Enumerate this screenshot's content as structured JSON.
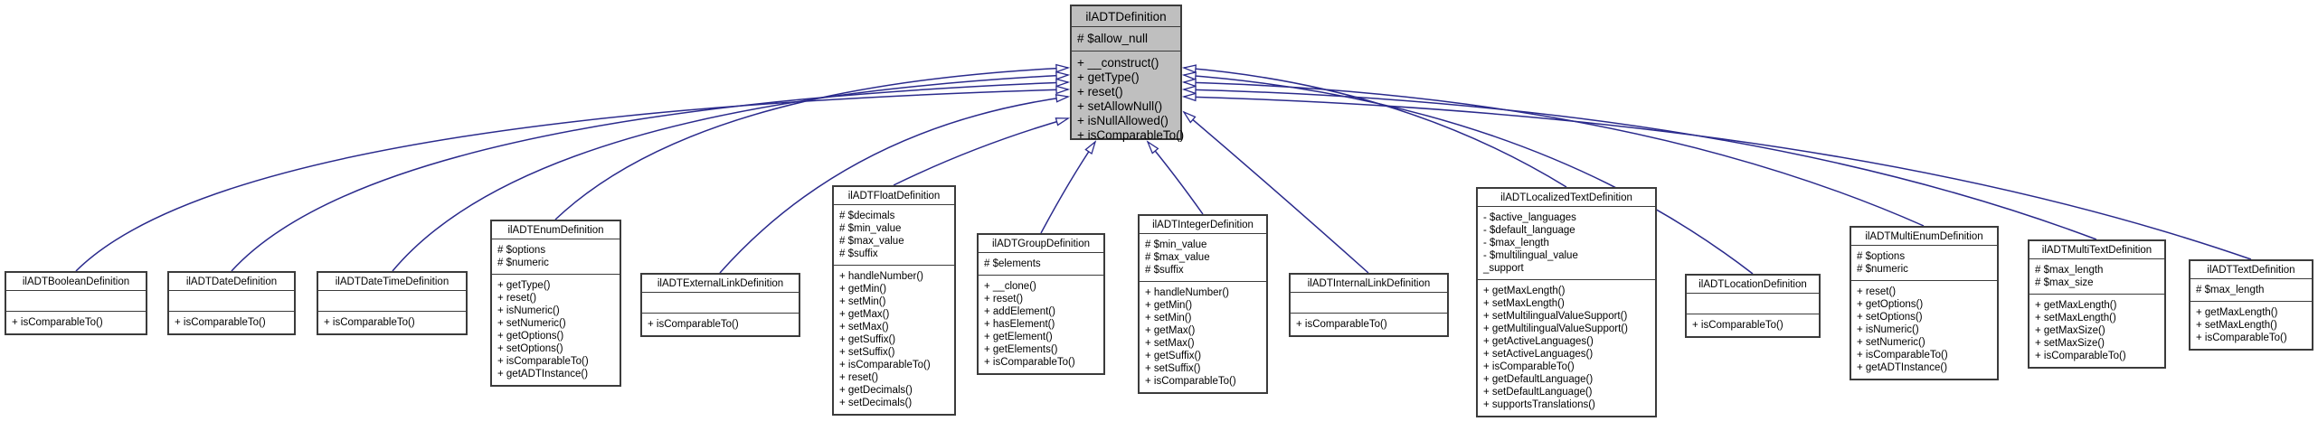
{
  "diagram": {
    "type": "uml-class-inheritance",
    "arrow_color": "#2a2a8c",
    "root_fill": "#bfbfbf",
    "node_fill": "#ffffff",
    "border_color": "#3b3b3b"
  },
  "classes": [
    {
      "name": "ilADTDefinition",
      "attributes": [
        "# $allow_null"
      ],
      "methods": [
        "+ __construct()",
        "+ getType()",
        "+ reset()",
        "+ setAllowNull()",
        "+ isNullAllowed()",
        "+ isComparableTo()"
      ]
    },
    {
      "name": "ilADTBooleanDefinition",
      "attributes": [],
      "methods": [
        "+ isComparableTo()"
      ]
    },
    {
      "name": "ilADTDateDefinition",
      "attributes": [],
      "methods": [
        "+ isComparableTo()"
      ]
    },
    {
      "name": "ilADTDateTimeDefinition",
      "attributes": [],
      "methods": [
        "+ isComparableTo()"
      ]
    },
    {
      "name": "ilADTEnumDefinition",
      "attributes": [
        "# $options",
        "# $numeric"
      ],
      "methods": [
        "+ getType()",
        "+ reset()",
        "+ isNumeric()",
        "+ setNumeric()",
        "+ getOptions()",
        "+ setOptions()",
        "+ isComparableTo()",
        "+ getADTInstance()"
      ]
    },
    {
      "name": "ilADTExternalLinkDefinition",
      "attributes": [],
      "methods": [
        "+ isComparableTo()"
      ]
    },
    {
      "name": "ilADTFloatDefinition",
      "attributes": [
        "# $decimals",
        "# $min_value",
        "# $max_value",
        "# $suffix"
      ],
      "methods": [
        "+ handleNumber()",
        "+ getMin()",
        "+ setMin()",
        "+ getMax()",
        "+ setMax()",
        "+ getSuffix()",
        "+ setSuffix()",
        "+ isComparableTo()",
        "+ reset()",
        "+ getDecimals()",
        "+ setDecimals()"
      ]
    },
    {
      "name": "ilADTGroupDefinition",
      "attributes": [
        "# $elements"
      ],
      "methods": [
        "+ __clone()",
        "+ reset()",
        "+ addElement()",
        "+ hasElement()",
        "+ getElement()",
        "+ getElements()",
        "+ isComparableTo()"
      ]
    },
    {
      "name": "ilADTIntegerDefinition",
      "attributes": [
        "# $min_value",
        "# $max_value",
        "# $suffix"
      ],
      "methods": [
        "+ handleNumber()",
        "+ getMin()",
        "+ setMin()",
        "+ getMax()",
        "+ setMax()",
        "+ getSuffix()",
        "+ setSuffix()",
        "+ isComparableTo()"
      ]
    },
    {
      "name": "ilADTInternalLinkDefinition",
      "attributes": [],
      "methods": [
        "+ isComparableTo()"
      ]
    },
    {
      "name": "ilADTLocalizedTextDefinition",
      "attributes": [
        "- $active_languages",
        "- $default_language",
        "- $max_length",
        "- $multilingual_value",
        "_support"
      ],
      "methods": [
        "+ getMaxLength()",
        "+ setMaxLength()",
        "+ setMultilingualValueSupport()",
        "+ getMultilingualValueSupport()",
        "+ getActiveLanguages()",
        "+ setActiveLanguages()",
        "+ isComparableTo()",
        "+ getDefaultLanguage()",
        "+ setDefaultLanguage()",
        "+ supportsTranslations()"
      ]
    },
    {
      "name": "ilADTLocationDefinition",
      "attributes": [],
      "methods": [
        "+ isComparableTo()"
      ]
    },
    {
      "name": "ilADTMultiEnumDefinition",
      "attributes": [
        "# $options",
        "# $numeric"
      ],
      "methods": [
        "+ reset()",
        "+ getOptions()",
        "+ setOptions()",
        "+ isNumeric()",
        "+ setNumeric()",
        "+ isComparableTo()",
        "+ getADTInstance()"
      ]
    },
    {
      "name": "ilADTMultiTextDefinition",
      "attributes": [
        "# $max_length",
        "# $max_size"
      ],
      "methods": [
        "+ getMaxLength()",
        "+ setMaxLength()",
        "+ getMaxSize()",
        "+ setMaxSize()",
        "+ isComparableTo()"
      ]
    },
    {
      "name": "ilADTTextDefinition",
      "attributes": [
        "# $max_length"
      ],
      "methods": [
        "+ getMaxLength()",
        "+ setMaxLength()",
        "+ isComparableTo()"
      ]
    }
  ],
  "relationships": [
    {
      "from": "ilADTBooleanDefinition",
      "to": "ilADTDefinition",
      "type": "inheritance"
    },
    {
      "from": "ilADTDateDefinition",
      "to": "ilADTDefinition",
      "type": "inheritance"
    },
    {
      "from": "ilADTDateTimeDefinition",
      "to": "ilADTDefinition",
      "type": "inheritance"
    },
    {
      "from": "ilADTEnumDefinition",
      "to": "ilADTDefinition",
      "type": "inheritance"
    },
    {
      "from": "ilADTExternalLinkDefinition",
      "to": "ilADTDefinition",
      "type": "inheritance"
    },
    {
      "from": "ilADTFloatDefinition",
      "to": "ilADTDefinition",
      "type": "inheritance"
    },
    {
      "from": "ilADTGroupDefinition",
      "to": "ilADTDefinition",
      "type": "inheritance"
    },
    {
      "from": "ilADTIntegerDefinition",
      "to": "ilADTDefinition",
      "type": "inheritance"
    },
    {
      "from": "ilADTInternalLinkDefinition",
      "to": "ilADTDefinition",
      "type": "inheritance"
    },
    {
      "from": "ilADTLocalizedTextDefinition",
      "to": "ilADTDefinition",
      "type": "inheritance"
    },
    {
      "from": "ilADTLocationDefinition",
      "to": "ilADTDefinition",
      "type": "inheritance"
    },
    {
      "from": "ilADTMultiEnumDefinition",
      "to": "ilADTDefinition",
      "type": "inheritance"
    },
    {
      "from": "ilADTMultiTextDefinition",
      "to": "ilADTDefinition",
      "type": "inheritance"
    },
    {
      "from": "ilADTTextDefinition",
      "to": "ilADTDefinition",
      "type": "inheritance"
    }
  ]
}
